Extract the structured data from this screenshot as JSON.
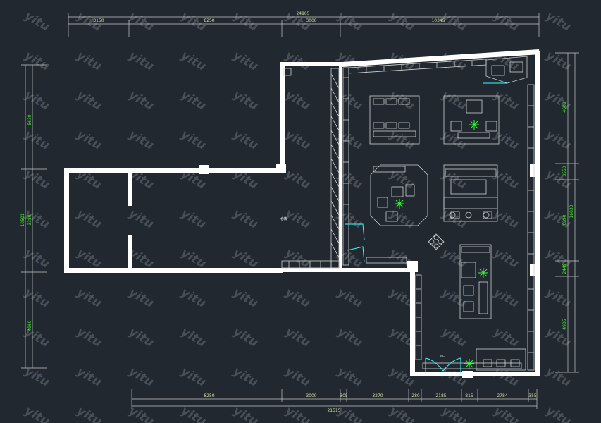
{
  "colors": {
    "background": "#212830",
    "wall": "#ffffff",
    "dimension": "#c8c8c8",
    "dimension_text": "#cfe0a0",
    "side_dimension_text": "#39ff14",
    "furniture": "#d0d0d0",
    "plant": "#33ff33",
    "glass": "#33ffff",
    "watermark": "#6a7078"
  },
  "dimensions": {
    "top_overall": "24905",
    "top_segments": [
      "3150",
      "8250",
      "3000",
      "10345"
    ],
    "bottom_segments": [
      "8250",
      "3000",
      "305",
      "3270",
      "280",
      "2185",
      "815",
      "2784",
      "355"
    ],
    "bottom_overall": "21515",
    "left_segments": [
      "5630",
      "10501",
      "3380",
      "4960"
    ],
    "right_segments": [
      "4600",
      "3550",
      "6390",
      "2449",
      "4935"
    ],
    "right_overall": "16830"
  },
  "room_label": "仓库",
  "door_label": "入口",
  "watermark": "yitu"
}
